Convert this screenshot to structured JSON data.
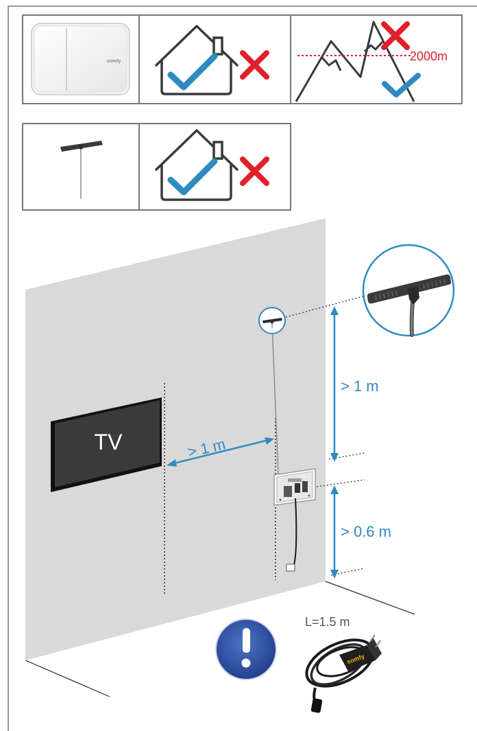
{
  "brand": {
    "logo_text": "somfy"
  },
  "top_row": {
    "altitude_label": "2000m"
  },
  "wall": {
    "tv_label": "TV",
    "distance_tv_antenna": "> 1 m",
    "distance_antenna_box": "> 1 m",
    "distance_box_floor": "> 0.6 m"
  },
  "power_supply": {
    "cable_length": "L=1.5 m"
  },
  "colors": {
    "accent_blue": "#2e8bc0",
    "cross_red": "#e0202a",
    "wall_gray": "#d9d9d9",
    "tv_dark": "#3a3a3a",
    "frame_gray": "#6b7b86"
  }
}
